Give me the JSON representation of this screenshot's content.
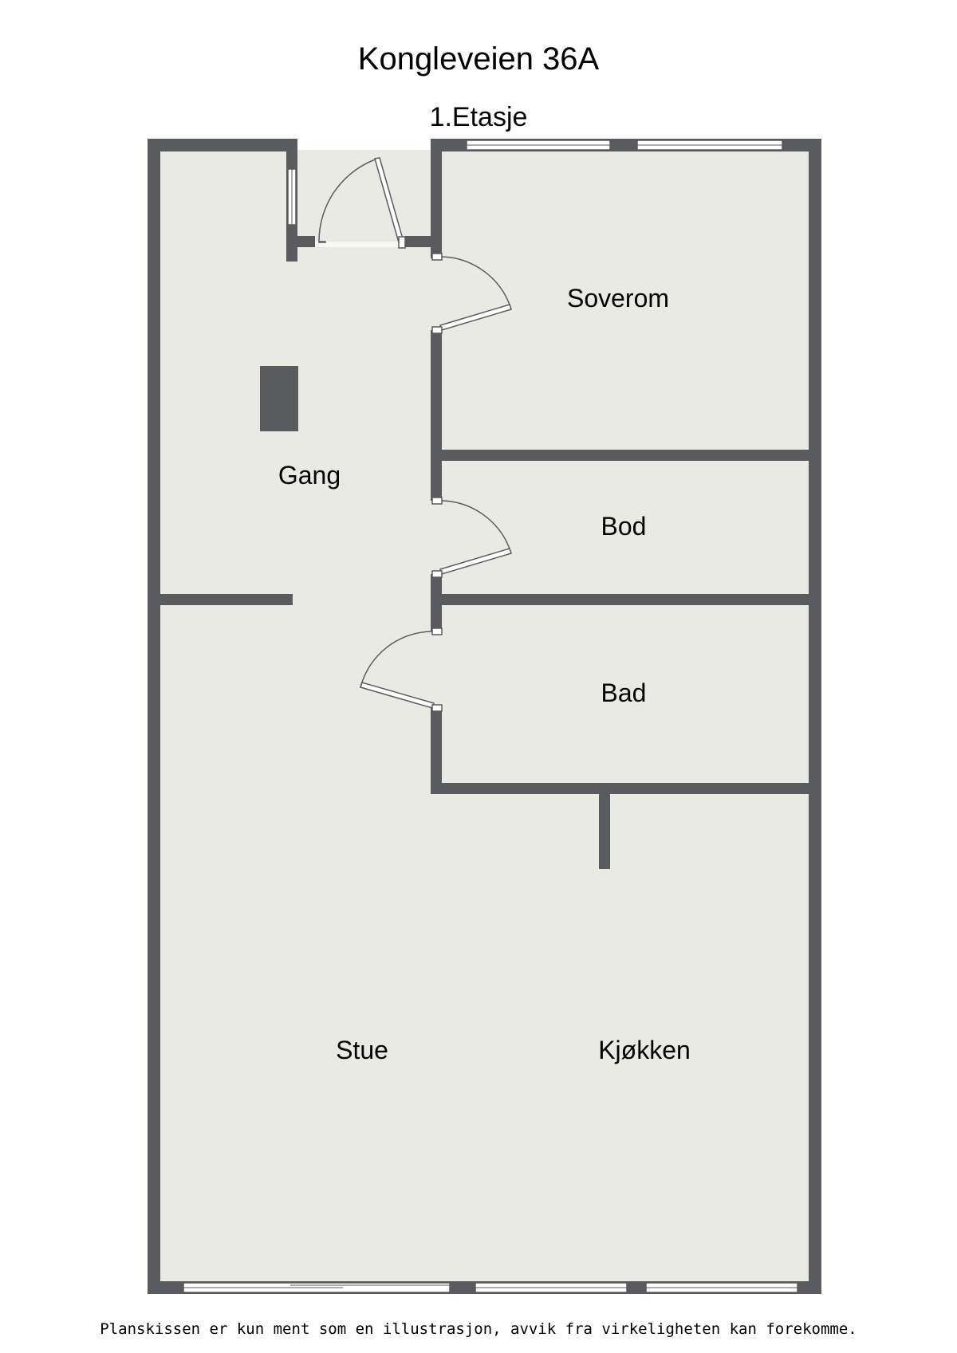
{
  "plan": {
    "title": "Kongleveien 36A",
    "floor": "1.Etasje",
    "disclaimer": "Planskissen er kun ment som en illustrasjon, avvik fra virkeligheten kan forekomme.",
    "rooms": {
      "soverom": "Soverom",
      "gang": "Gang",
      "bod": "Bod",
      "bad": "Bad",
      "stue": "Stue",
      "kjokken": "Kjøkken"
    }
  },
  "colors": {
    "wall": "#5a5b5f",
    "floor": "#eaeae4",
    "background": "#ffffff"
  }
}
